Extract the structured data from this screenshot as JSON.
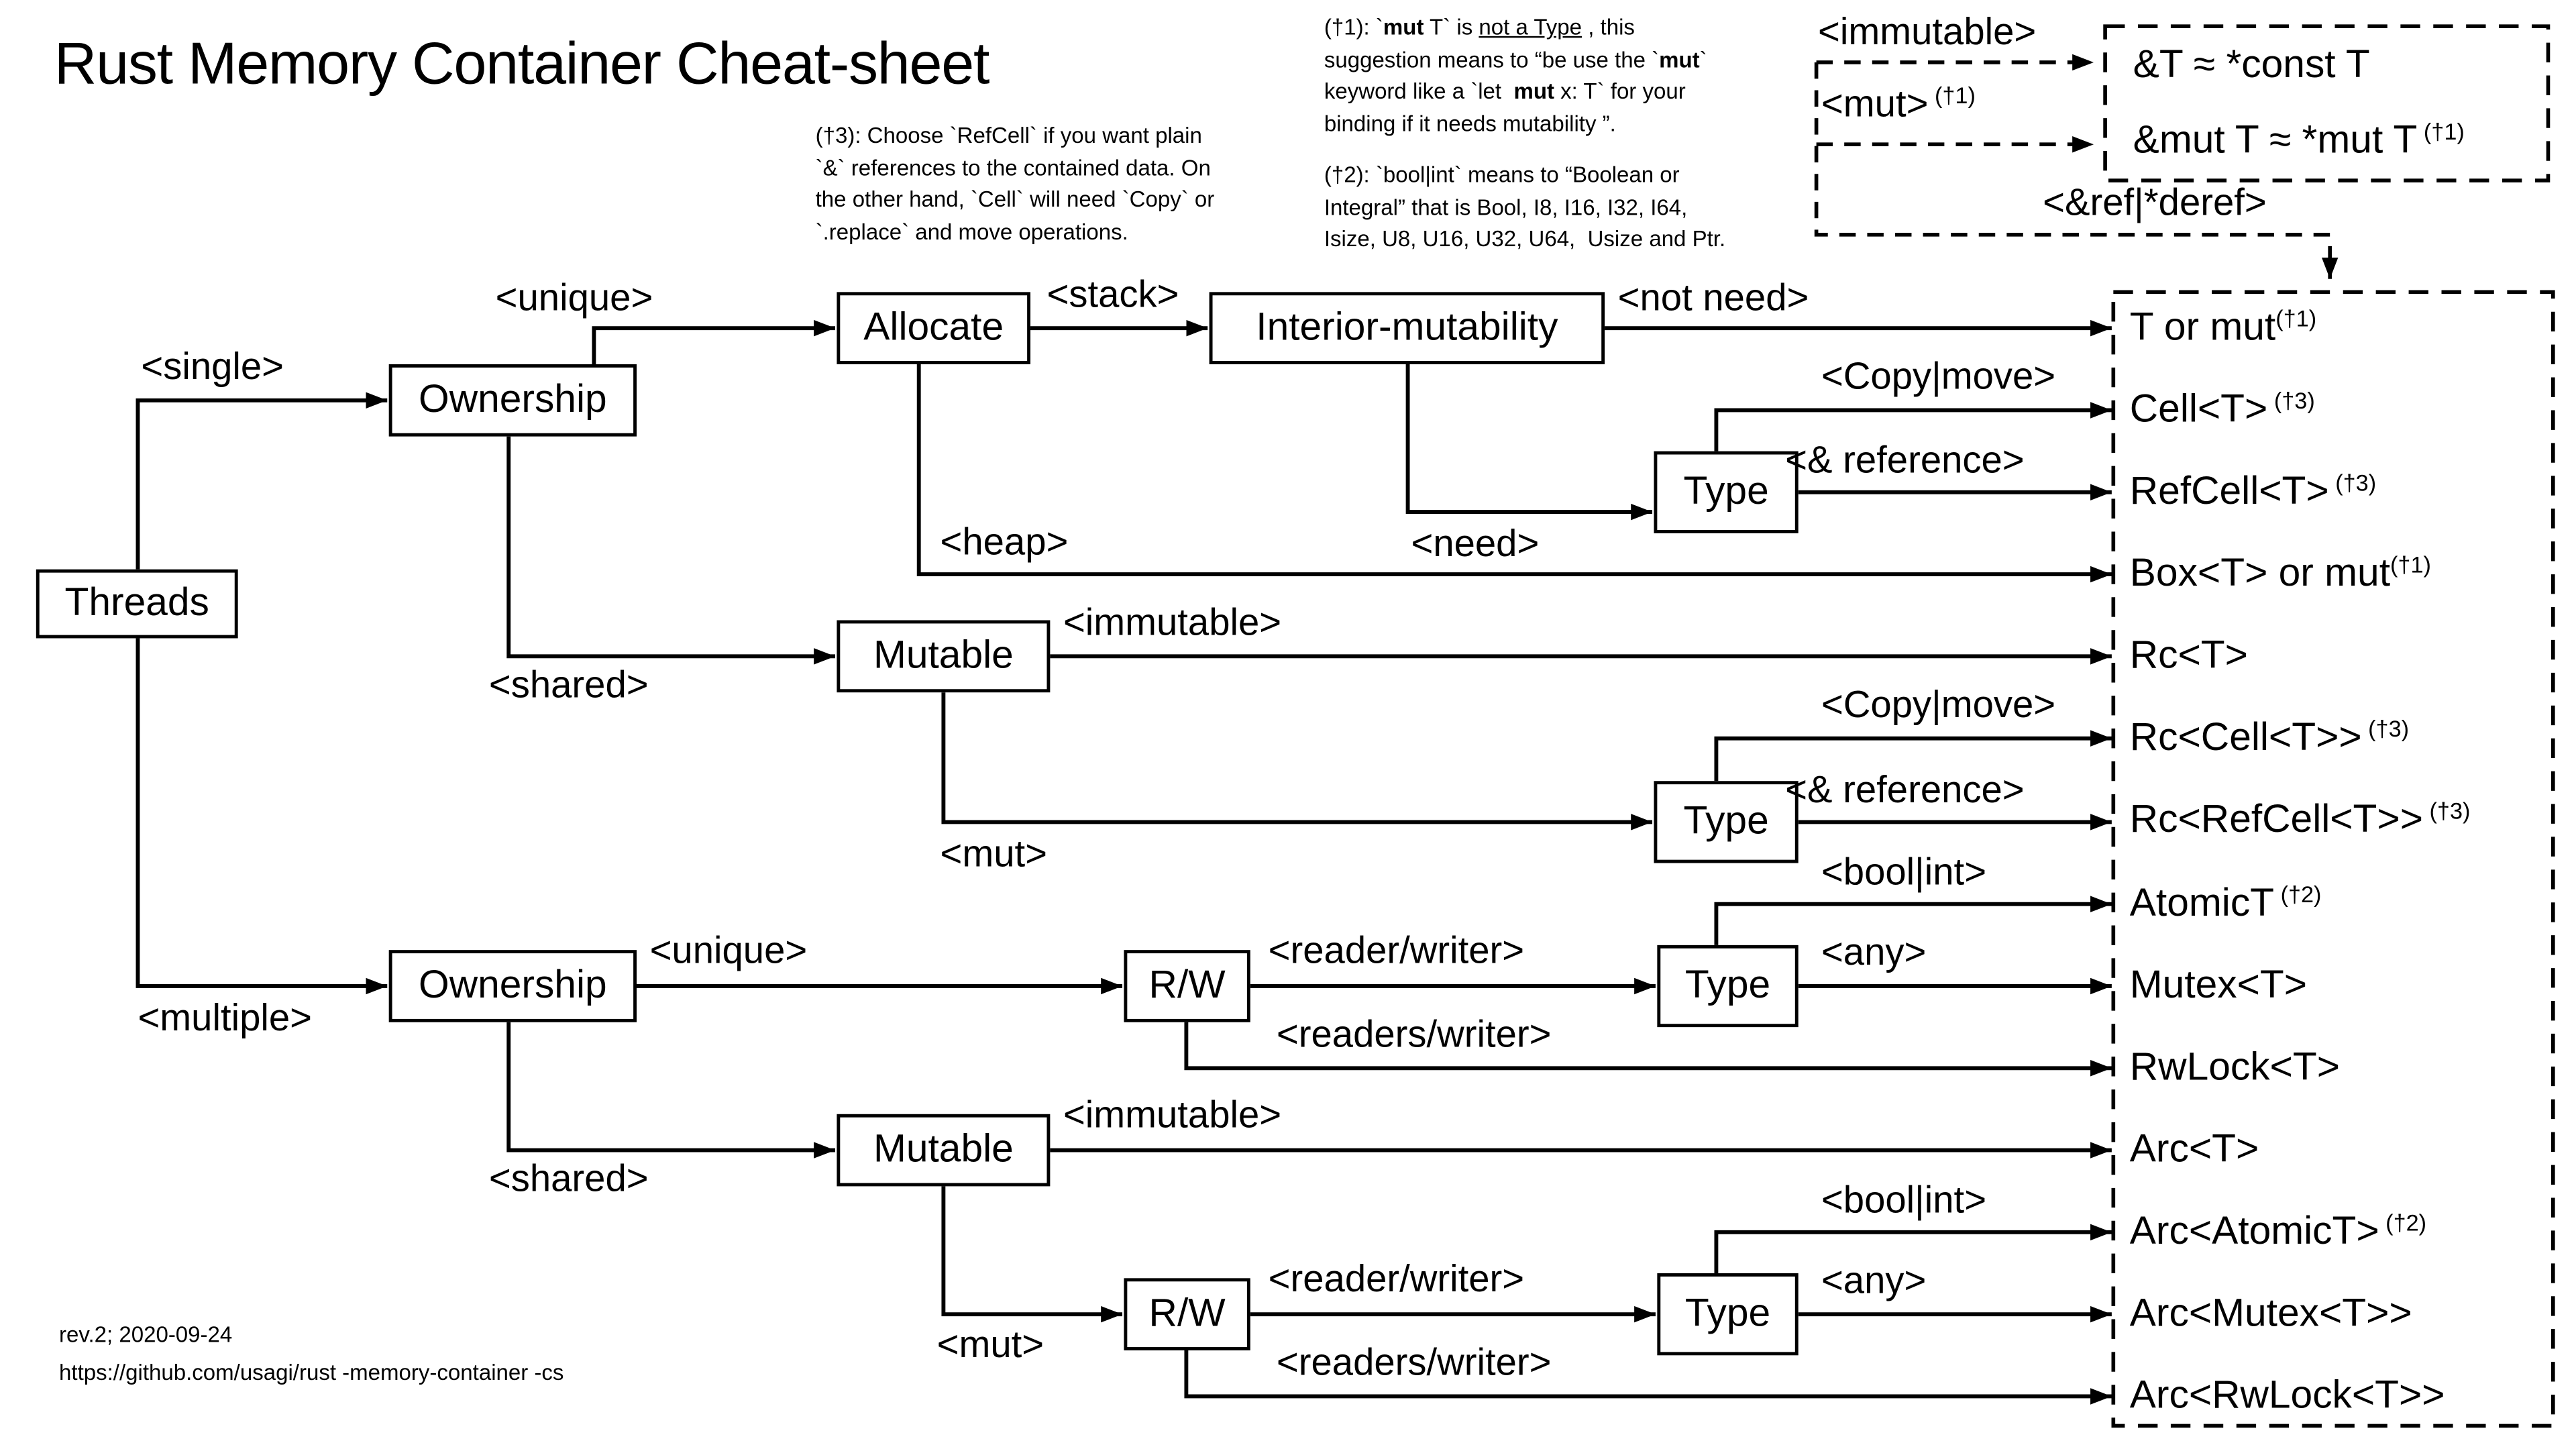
{
  "title": "Rust Memory Container Cheat-sheet",
  "notes": {
    "n1": {
      "lines": [
        [
          {
            "t": "(†1): `"
          },
          {
            "t": "mut",
            "b": true
          },
          {
            "t": " T` is "
          },
          {
            "t": "not a Type",
            "u": true
          },
          {
            "t": " , this"
          }
        ],
        [
          {
            "t": "suggestion means to “be use the `"
          },
          {
            "t": "mut",
            "b": true
          },
          {
            "t": "`"
          }
        ],
        [
          {
            "t": "keyword like a `let  "
          },
          {
            "t": "mut",
            "b": true
          },
          {
            "t": " x: T` for your"
          }
        ],
        [
          {
            "t": "binding if it needs mutability ”."
          }
        ]
      ]
    },
    "n2": {
      "lines": [
        [
          {
            "t": "(†2): `bool|int` means to “Boolean or"
          }
        ],
        [
          {
            "t": "Integral” that is Bool, I8, I16, I32, I64,"
          }
        ],
        [
          {
            "t": "Isize, U8, U16, U32, U64,  Usize and Ptr."
          }
        ]
      ]
    },
    "n3": {
      "lines": [
        [
          {
            "t": "(†3): Choose `RefCell` if you want plain"
          }
        ],
        [
          {
            "t": "`&` references to the contained data. On"
          }
        ],
        [
          {
            "t": "the other hand, `Cell` will need `Copy` or"
          }
        ],
        [
          {
            "t": "`.replace` and move operations."
          }
        ]
      ]
    }
  },
  "topright": {
    "immutable_label": "<immutable>",
    "mut_label": "<mut>",
    "mut_sup": " (†1)",
    "row1": "&T ≈ *const T",
    "row2": "&mut T ≈ *mut T",
    "row2_sup": " (†1)",
    "ref_deref_label": "<&ref|*deref>"
  },
  "nodes": {
    "threads": "Threads",
    "ownership1": "Ownership",
    "allocate": "Allocate",
    "interior": "Interior-mutability",
    "type1": "Type",
    "mutable1": "Mutable",
    "type2": "Type",
    "ownership2": "Ownership",
    "rw1": "R/W",
    "type3": "Type",
    "mutable2": "Mutable",
    "rw2": "R/W",
    "type4": "Type"
  },
  "edges": {
    "single": "<single>",
    "unique1": "<unique>",
    "stack": "<stack>",
    "not_need": "<not need>",
    "copy_move1": "<Copy|move>",
    "reference1": "<& reference>",
    "heap": "<heap>",
    "need": "<need>",
    "shared1": "<shared>",
    "immutable_mid1": "<immutable>",
    "mut_mid1": "<mut>",
    "copy_move2": "<Copy|move>",
    "reference2": "<& reference>",
    "multiple": "<multiple>",
    "unique2": "<unique>",
    "reader_writer1": "<reader/writer>",
    "bool_int1": "<bool|int>",
    "any1": "<any>",
    "readers_writer1": "<readers/writer>",
    "shared2": "<shared>",
    "immutable_mid2": "<immutable>",
    "mut_mid2": "<mut>",
    "reader_writer2": "<reader/writer>",
    "bool_int2": "<bool|int>",
    "any2": "<any>",
    "readers_writer2": "<readers/writer>"
  },
  "right_panel": {
    "items": [
      {
        "text": "T or mut",
        "sup": "(†1)"
      },
      {
        "text": "Cell<T>",
        "sup": " (†3)"
      },
      {
        "text": "RefCell<T>",
        "sup": " (†3)"
      },
      {
        "text": "Box<T> or mut",
        "sup": "(†1)"
      },
      {
        "text": "Rc<T>",
        "sup": ""
      },
      {
        "text": "Rc<Cell<T>>",
        "sup": " (†3)"
      },
      {
        "text": "Rc<RefCell<T>>",
        "sup": " (†3)"
      },
      {
        "text": "AtomicT",
        "sup": " (†2)"
      },
      {
        "text": "Mutex<T>",
        "sup": ""
      },
      {
        "text": "RwLock<T>",
        "sup": ""
      },
      {
        "text": "Arc<T>",
        "sup": ""
      },
      {
        "text": "Arc<AtomicT>",
        "sup": " (†2)"
      },
      {
        "text": "Arc<Mutex<T>>",
        "sup": ""
      },
      {
        "text": "Arc<RwLock<T>>",
        "sup": ""
      }
    ]
  },
  "footer": {
    "rev": "rev.2; 2020-09-24",
    "url": "https://github.com/usagi/rust -memory-container -cs"
  }
}
